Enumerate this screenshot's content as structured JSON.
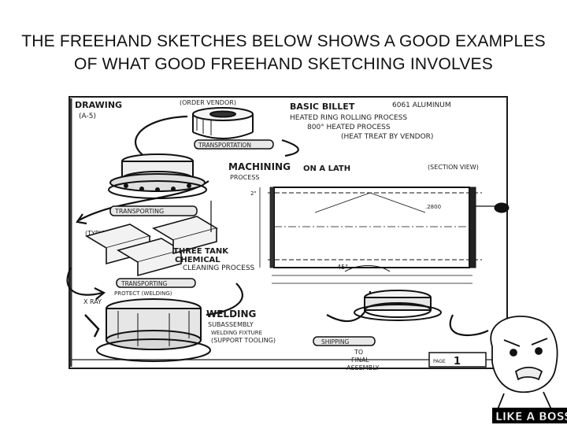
{
  "slide": {
    "title_line1": "THE FREEHAND SKETCHES BELOW SHOWS A GOOD EXAMPLES",
    "title_line2": "OF WHAT GOOD FREEHAND SKETCHING INVOLVES"
  },
  "sketch": {
    "labels": {
      "drawing": "DRAWING",
      "drawing_num": "(A-5)",
      "order_vendor": "(ORDER VENDOR)",
      "basic_billet": "BASIC BILLET",
      "alloy": "6061 ALUMINUM",
      "heated_ring": "HEATED RING ROLLING PROCESS",
      "heated_temp": "800° HEATED PROCESS",
      "heat_treat": "(HEAT TREAT BY VENDOR)",
      "transportation_1": "TRANSPORTATION",
      "machining": "MACHINING",
      "process": "PROCESS",
      "on_a_lathe": "ON A LATH",
      "section_view": "(SECTION VIEW)",
      "transporting": "TRANSPORTING",
      "typical": "(TYPICAL)",
      "three_tank": "THREE TANK",
      "chemical": "CHEMICAL",
      "cleaning": "CLEANING PROCESS",
      "transporting_2": "TRANSPORTING",
      "protect": "PROTECT (WELDING)",
      "x_ray": "X RAY",
      "welding": "WELDING",
      "subassembly": "SUBASSEMBLY",
      "welding_fixture": "WELDING FIXTURE",
      "support_tooling": "(SUPPORT TOOLING)",
      "shipping": "SHIPPING",
      "to_final": "TO",
      "final": "FINAL",
      "assembly": "ASSEMBLY",
      "dim_45": "45°",
      "dim_2800": ".2800",
      "dim_2": "2\"",
      "page": "PAGE",
      "page_num": "1"
    },
    "icons": [
      "lathe-part-sketch",
      "ring-billet-sketch",
      "welding-fixture-sketch",
      "tank-sketch"
    ]
  },
  "meme": {
    "caption": "LIKE A BOSS"
  }
}
